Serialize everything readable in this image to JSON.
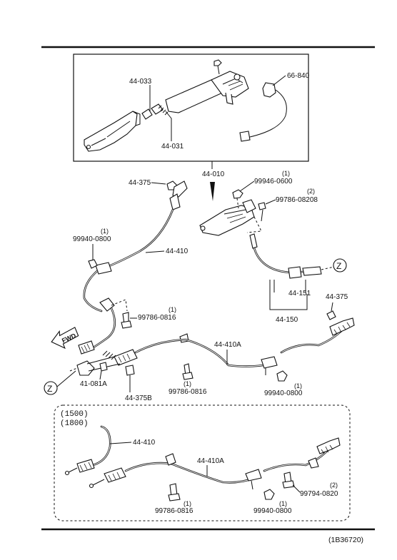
{
  "diagram": {
    "reference_code": "(1B36720)",
    "fwd_label": "FWD",
    "z_label": "Z",
    "variant_labels": [
      "(1500)",
      "(1800)"
    ],
    "callouts": {
      "p44_033": "44-033",
      "p44_031": "44-031",
      "p66_840": "66-840",
      "p44_010": "44-010",
      "p44_375_top": "44-375",
      "p99946_0600": "99946-0600",
      "p99946_0600_qty": "(1)",
      "p99786_0820": "99786-08208",
      "p99786_0820_qty": "(2)",
      "p99940_0800_left": "99940-0800",
      "p99940_0800_left_qty": "(1)",
      "p44_410": "44-410",
      "p44_151": "44-151",
      "p44_150": "44-150",
      "p44_375_right": "44-375",
      "p99786_0816_a": "99786-0816",
      "p99786_0816_a_qty": "(1)",
      "p44_410A": "44-410A",
      "p41_081A": "41-081A",
      "p44_375B": "44-375B",
      "p99786_0816_b": "99786-0816",
      "p99786_0816_b_qty": "(1)",
      "p99940_0800_b": "99940-0800",
      "p99940_0800_b_qty": "(1)",
      "p44_410_lower": "44-410",
      "p44_410A_lower": "44-410A",
      "p99794_0820": "99794-0820",
      "p99794_0820_qty": "(2)",
      "p99786_0816_c": "99786-0816",
      "p99786_0816_c_qty": "(1)",
      "p99940_0800_c": "99940-0800",
      "p99940_0800_c_qty": "(1)"
    }
  }
}
